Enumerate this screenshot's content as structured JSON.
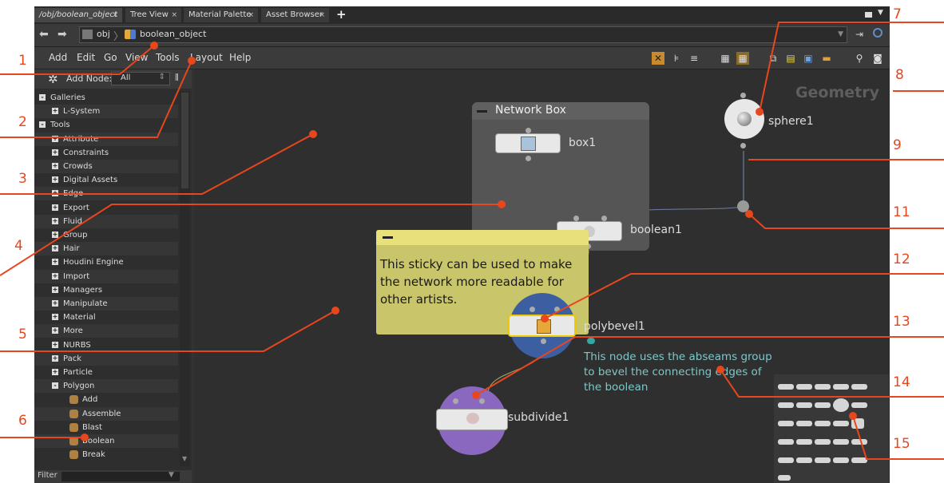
{
  "tabs": [
    {
      "label": "/obj/boolean_object",
      "close": "×"
    },
    {
      "label": "Tree View",
      "close": "×"
    },
    {
      "label": "Material Palette",
      "close": "×"
    },
    {
      "label": "Asset Browser",
      "close": "×"
    }
  ],
  "tab_add": "+",
  "path": {
    "root": "obj",
    "current": "boolean_object"
  },
  "menu": [
    "Add",
    "Edit",
    "Go",
    "View",
    "Tools",
    "Layout",
    "Help"
  ],
  "add_node": {
    "label": "Add Node:",
    "value": "All"
  },
  "tree": [
    {
      "label": "Galleries",
      "indent": 0,
      "toggle": "-"
    },
    {
      "label": "L-System",
      "indent": 1,
      "toggle": "+"
    },
    {
      "label": "Tools",
      "indent": 0,
      "toggle": "-"
    },
    {
      "label": "Attribute",
      "indent": 1,
      "toggle": "+"
    },
    {
      "label": "Constraints",
      "indent": 1,
      "toggle": "+"
    },
    {
      "label": "Crowds",
      "indent": 1,
      "toggle": "+"
    },
    {
      "label": "Digital Assets",
      "indent": 1,
      "toggle": "+"
    },
    {
      "label": "Edge",
      "indent": 1,
      "toggle": "+"
    },
    {
      "label": "Export",
      "indent": 1,
      "toggle": "+"
    },
    {
      "label": "Fluid",
      "indent": 1,
      "toggle": "+"
    },
    {
      "label": "Group",
      "indent": 1,
      "toggle": "+"
    },
    {
      "label": "Hair",
      "indent": 1,
      "toggle": "+"
    },
    {
      "label": "Houdini Engine",
      "indent": 1,
      "toggle": "+"
    },
    {
      "label": "Import",
      "indent": 1,
      "toggle": "+"
    },
    {
      "label": "Managers",
      "indent": 1,
      "toggle": "+"
    },
    {
      "label": "Manipulate",
      "indent": 1,
      "toggle": "+"
    },
    {
      "label": "Material",
      "indent": 1,
      "toggle": "+"
    },
    {
      "label": "More",
      "indent": 1,
      "toggle": "+"
    },
    {
      "label": "NURBS",
      "indent": 1,
      "toggle": "+"
    },
    {
      "label": "Pack",
      "indent": 1,
      "toggle": "+"
    },
    {
      "label": "Particle",
      "indent": 1,
      "toggle": "+"
    },
    {
      "label": "Polygon",
      "indent": 1,
      "toggle": "-"
    },
    {
      "label": "Add",
      "indent": 2,
      "toggle": ""
    },
    {
      "label": "Assemble",
      "indent": 2,
      "toggle": ""
    },
    {
      "label": "Blast",
      "indent": 2,
      "toggle": ""
    },
    {
      "label": "Boolean",
      "indent": 2,
      "toggle": ""
    },
    {
      "label": "Break",
      "indent": 2,
      "toggle": ""
    }
  ],
  "filter_label": "Filter",
  "network": {
    "context_label": "Geometry",
    "network_box_title": "Network Box",
    "nodes": {
      "box": "box1",
      "boolean": "boolean1",
      "sphere": "sphere1",
      "polybevel": "polybevel1",
      "subdivide": "subdivide1"
    },
    "sticky_text": "This sticky can be used to make the network more readable for other artists.",
    "node_comment": "This node uses the abseams group to bevel the connecting edges of the boolean"
  },
  "callouts": [
    "1",
    "2",
    "3",
    "4",
    "5",
    "6",
    "7",
    "8",
    "9",
    "11",
    "12",
    "13",
    "14",
    "15"
  ],
  "colors": {
    "accent": "#e8461c",
    "sticky": "#c9c56a",
    "note": "#7ec7c8",
    "bevel_ring": "#3b5fa0",
    "subdivide": "#8a68c0"
  }
}
